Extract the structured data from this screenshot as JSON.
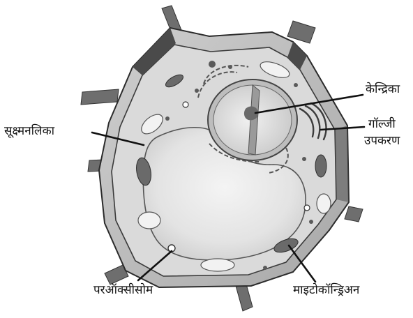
{
  "diagram": {
    "labels": {
      "nucleolus": "केन्द्रिका",
      "golgi_line1": "गॉल्जी",
      "golgi_line2": "उपकरण",
      "microtubule": "सूक्ष्मनलिका",
      "peroxisome": "परऑक्सीसोम",
      "mitochondria": "माइटोकॉन्ड्रिअन"
    }
  }
}
